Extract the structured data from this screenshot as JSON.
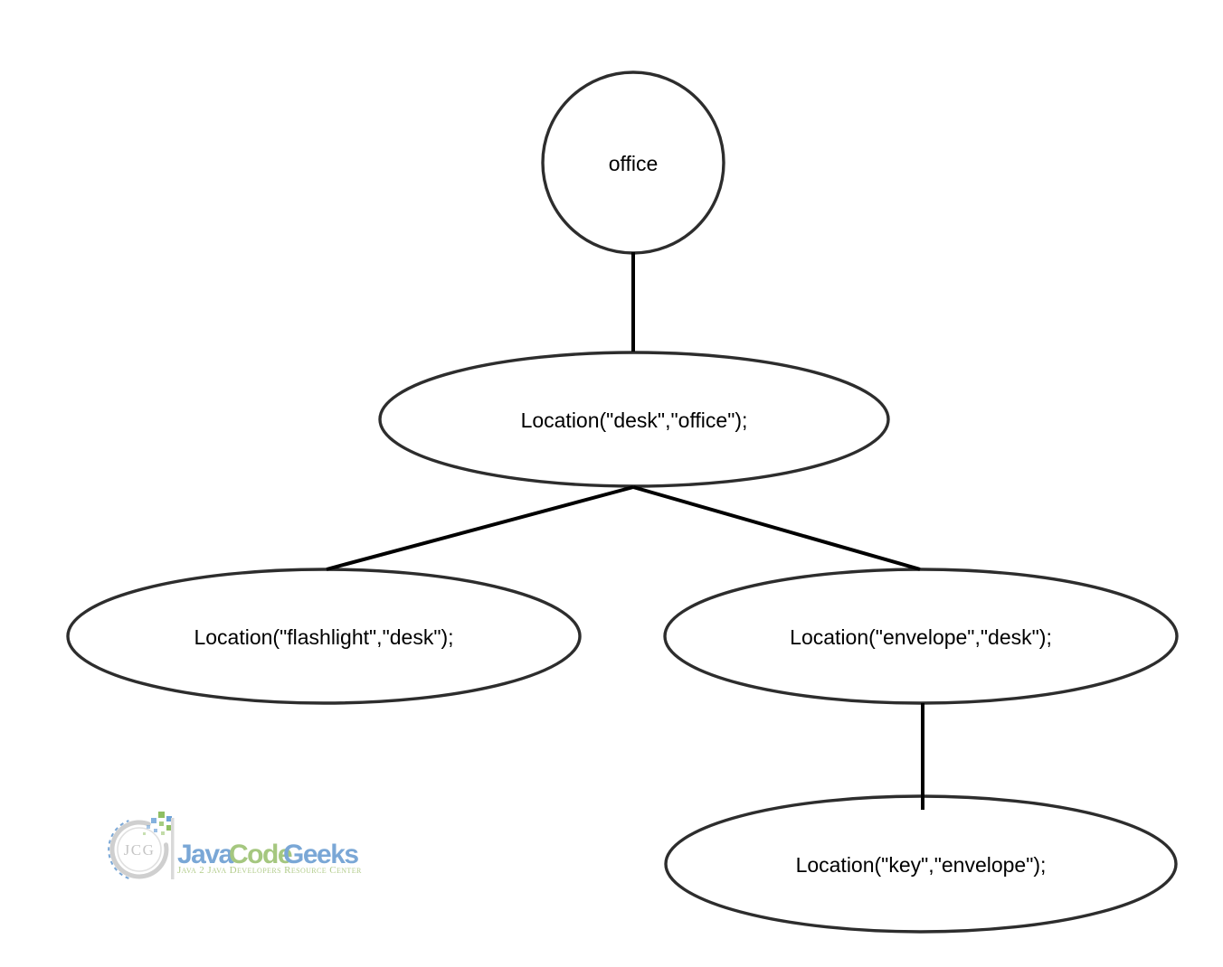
{
  "diagram": {
    "colors": {
      "node_stroke": "#2d2d2d",
      "edge_stroke": "#000000",
      "label": "#000000",
      "background": "#ffffff"
    },
    "nodes": {
      "office": {
        "label": "office",
        "shape": "circle"
      },
      "desk": {
        "label": "Location(\"desk\",\"office\");",
        "shape": "ellipse"
      },
      "flashlight": {
        "label": "Location(\"flashlight\",\"desk\");",
        "shape": "ellipse"
      },
      "envelope": {
        "label": "Location(\"envelope\",\"desk\");",
        "shape": "ellipse"
      },
      "key": {
        "label": "Location(\"key\",\"envelope\");",
        "shape": "ellipse"
      }
    },
    "edges": [
      {
        "from": "office",
        "to": "desk"
      },
      {
        "from": "desk",
        "to": "flashlight"
      },
      {
        "from": "desk",
        "to": "envelope"
      },
      {
        "from": "envelope",
        "to": "key"
      }
    ]
  },
  "logo": {
    "monogram": "JCG",
    "title": {
      "word1": "Java",
      "word2": "Code",
      "word3": "Geeks"
    },
    "tagline": "Java 2 Java Developers Resource Center",
    "colors": {
      "blue": "#7aa7d6",
      "green": "#a5c77f",
      "tagline_green": "#b2cc8b",
      "monogram_gray": "#c6c6c6"
    }
  }
}
